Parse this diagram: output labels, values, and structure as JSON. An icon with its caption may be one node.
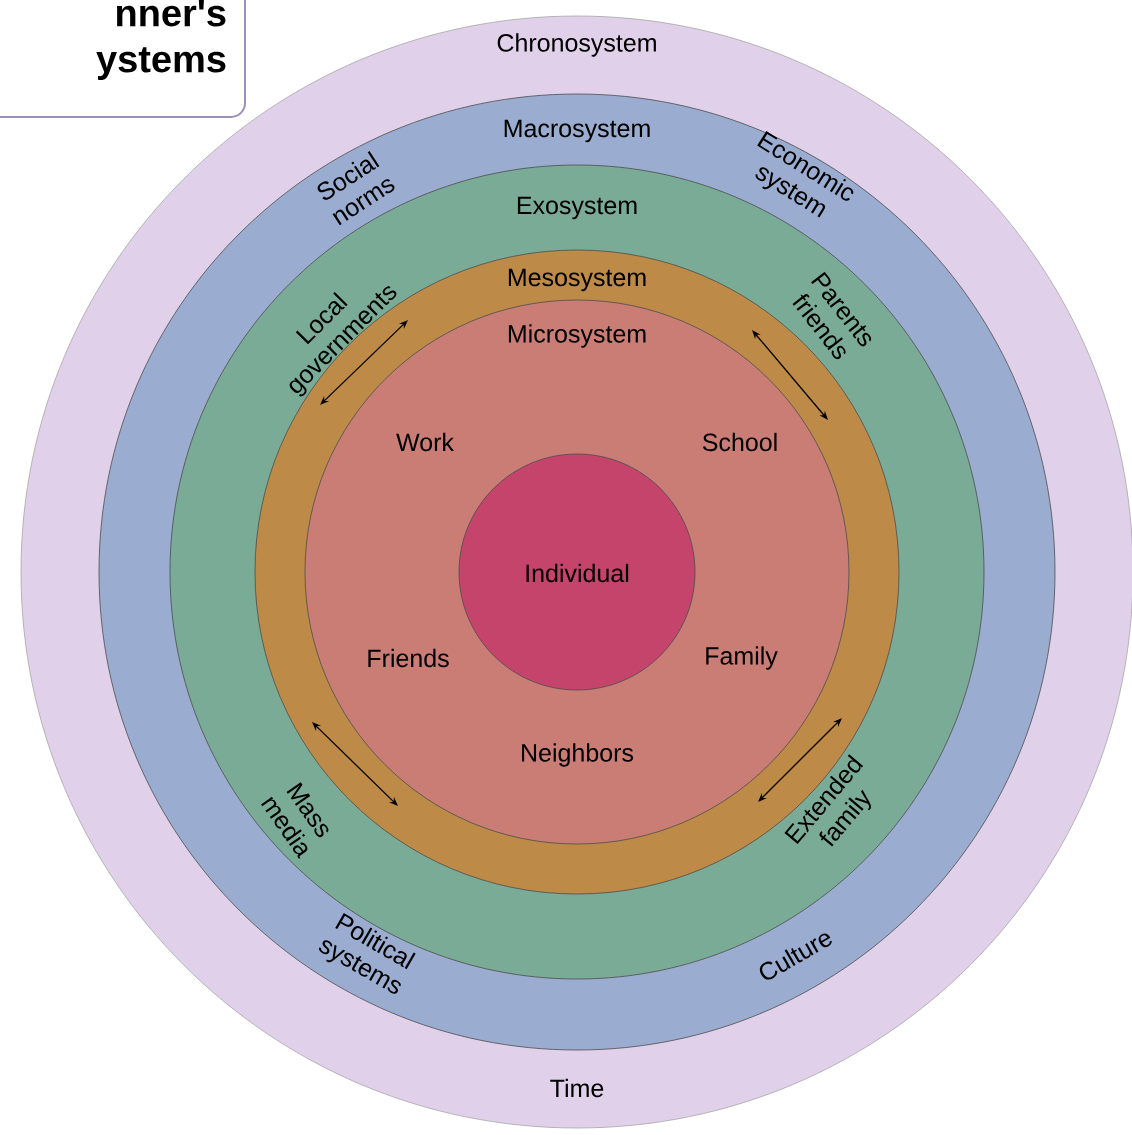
{
  "diagram": {
    "nodes": [
      {
        "text": [
          "nner's ystems"
        ]
      },
      {
        "text": [
          "Chronosystem",
          "Time"
        ]
      },
      {
        "text": [
          "Macrosystem",
          "Social norms",
          "Economic system",
          "Political systems",
          "Culture"
        ],
        "in": 1
      },
      {
        "text": [
          "Exosystem",
          "Local governments",
          "Parents friends",
          "Mass media",
          "Extended family"
        ],
        "in": 2
      },
      {
        "text": [
          "Mesosystem"
        ],
        "in": 3
      },
      {
        "text": [
          "Microsystem",
          "Work",
          "School",
          "Friends",
          "Family",
          "Neighbors"
        ],
        "in": 4
      },
      {
        "text": [
          "Individual"
        ],
        "in": 5
      }
    ]
  }
}
